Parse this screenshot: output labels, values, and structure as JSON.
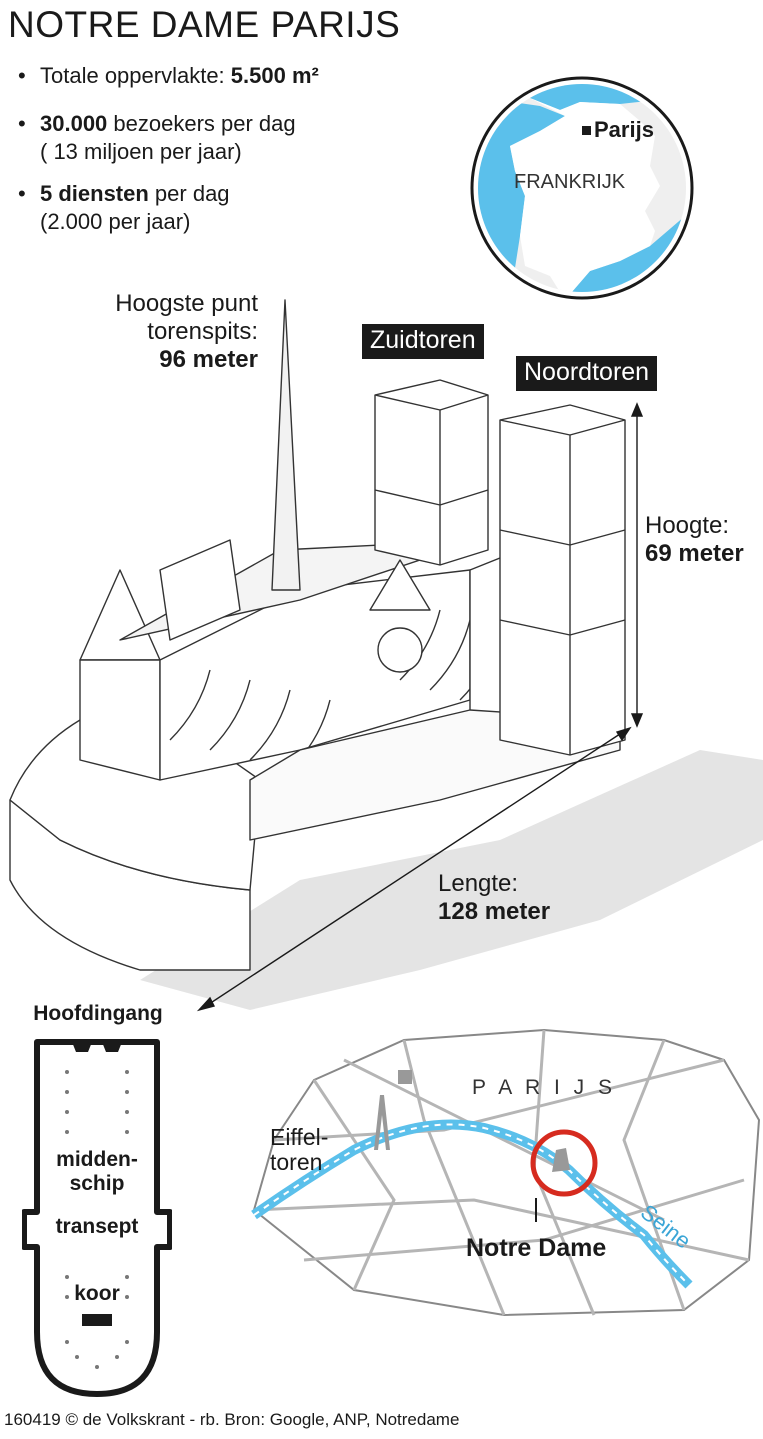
{
  "title": "NOTRE DAME PARIJS",
  "facts": [
    {
      "bullet": "•",
      "pre": "Totale oppervlakte: ",
      "bold": "5.500 m²",
      "post": "",
      "line2": ""
    },
    {
      "bullet": "•",
      "pre": "",
      "bold": "30.000",
      "post": " bezoekers per dag",
      "line2": "( 13 miljoen per jaar)"
    },
    {
      "bullet": "•",
      "pre": "",
      "bold": "5 diensten",
      "post": " per dag",
      "line2": "(2.000 per jaar)"
    }
  ],
  "inset_map": {
    "city": "Parijs",
    "country": "FRANKRIJK",
    "colors": {
      "land": "#ffffff",
      "water": "#5bc0eb",
      "border": "#1a1a1a"
    }
  },
  "cathedral": {
    "spire_line1": "Hoogste punt",
    "spire_line2": "torenspits:",
    "spire_value": "96 meter",
    "south_tower": "Zuidtoren",
    "north_tower": "Noordtoren",
    "height_label": "Hoogte:",
    "height_value": "69 meter",
    "length_label": "Lengte:",
    "length_value": "128 meter"
  },
  "floor_plan": {
    "entrance": "Hoofdingang",
    "nave_line1": "midden-",
    "nave_line2": "schip",
    "transept": "transept",
    "choir": "koor"
  },
  "city_map": {
    "city": "P A R I J S",
    "eiffel_line1": "Eiffel-",
    "eiffel_line2": "toren",
    "river": "Seine",
    "landmark": "Notre Dame",
    "colors": {
      "river": "#5bc0eb",
      "marker": "#d62b1f",
      "streets": "#9a9a9a",
      "blocks": "#eeeeee"
    }
  },
  "footer": "160419 © de Volkskrant - rb. Bron: Google, ANP, Notredame"
}
